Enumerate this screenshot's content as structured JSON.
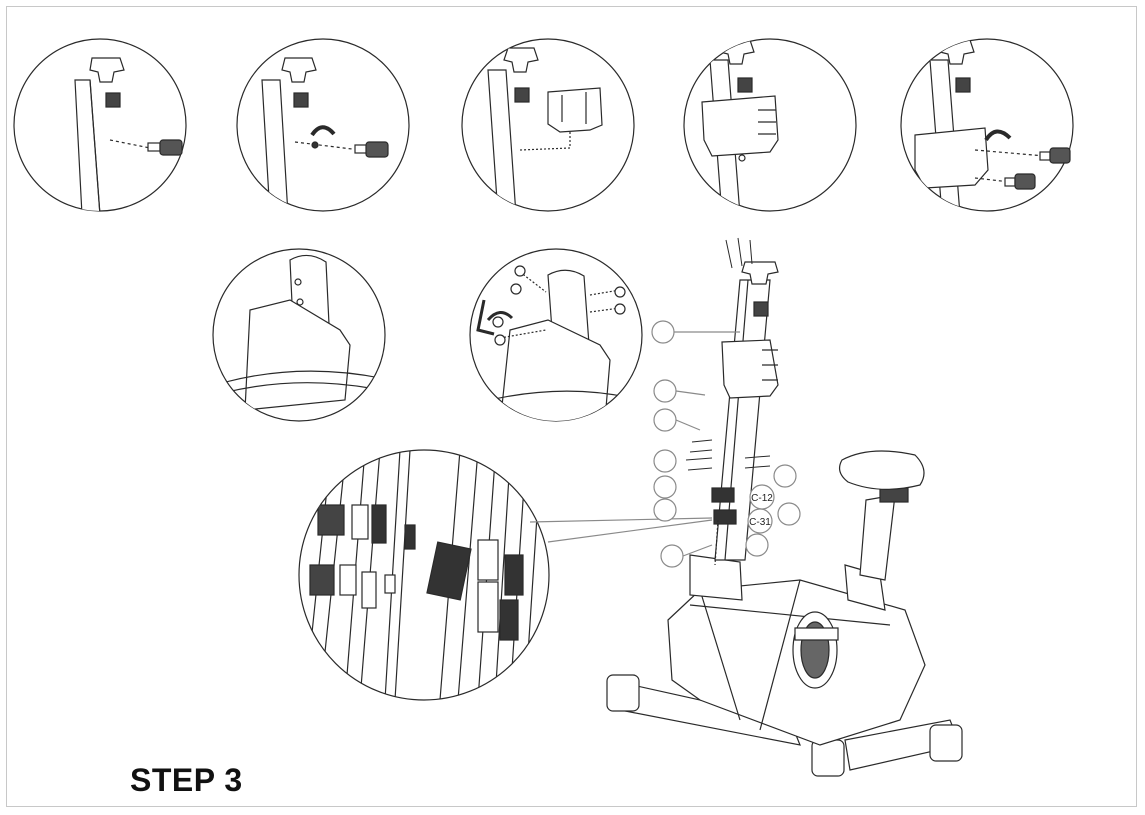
{
  "title": "STEP 3",
  "callouts": {
    "c1": "C-12",
    "c2": "C-31"
  },
  "colors": {
    "line": "#2a2a2a",
    "background": "#ffffff",
    "leader": "#8a8a8a"
  },
  "icons": [
    "screwdriver-icon",
    "rotate-arrow-icon",
    "allen-key-icon",
    "bolt-icon"
  ]
}
